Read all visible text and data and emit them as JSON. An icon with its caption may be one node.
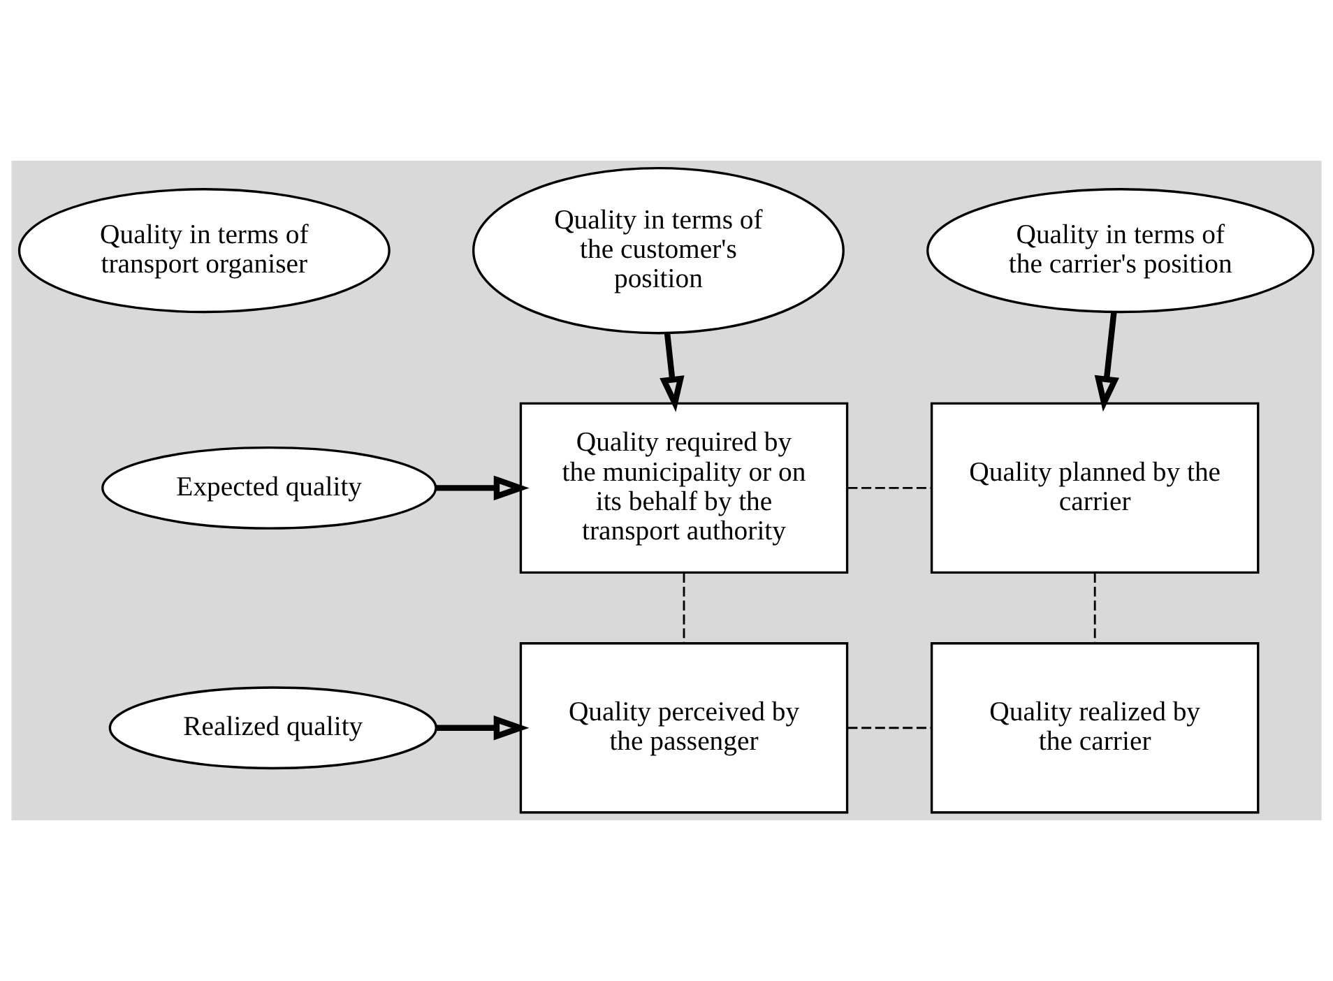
{
  "diagram": {
    "nodes": [
      {
        "text": [
          "Quality in terms of transport organiser"
        ]
      },
      {
        "text": [
          "Quality in terms of the customer's position"
        ]
      },
      {
        "text": [
          "Quality in terms of the carrier's position"
        ]
      },
      {
        "text": [
          "Expected quality"
        ]
      },
      {
        "text": [
          "Quality required by the municipality or on its behalf by the transport authority"
        ]
      },
      {
        "text": [
          "Quality planned by the carrier"
        ]
      },
      {
        "text": [
          "Realized quality"
        ]
      },
      {
        "text": [
          "Quality perceived by the passenger"
        ]
      },
      {
        "text": [
          "Quality realized by the carrier"
        ]
      }
    ],
    "edges": [
      {
        "from": 1,
        "to": 4,
        "arrow": "to",
        "style": "thick"
      },
      {
        "from": 2,
        "to": 5,
        "arrow": "to",
        "style": "thick"
      },
      {
        "from": 3,
        "to": 4,
        "arrow": "to",
        "style": "thick"
      },
      {
        "from": 4,
        "to": 5,
        "arrow": "none",
        "style": "dashed"
      },
      {
        "from": 4,
        "to": 7,
        "arrow": "none",
        "style": "dashed"
      },
      {
        "from": 5,
        "to": 8,
        "arrow": "none",
        "style": "dashed"
      },
      {
        "from": 6,
        "to": 7,
        "arrow": "to",
        "style": "thick"
      },
      {
        "from": 7,
        "to": 8,
        "arrow": "none",
        "style": "dashed"
      }
    ]
  }
}
